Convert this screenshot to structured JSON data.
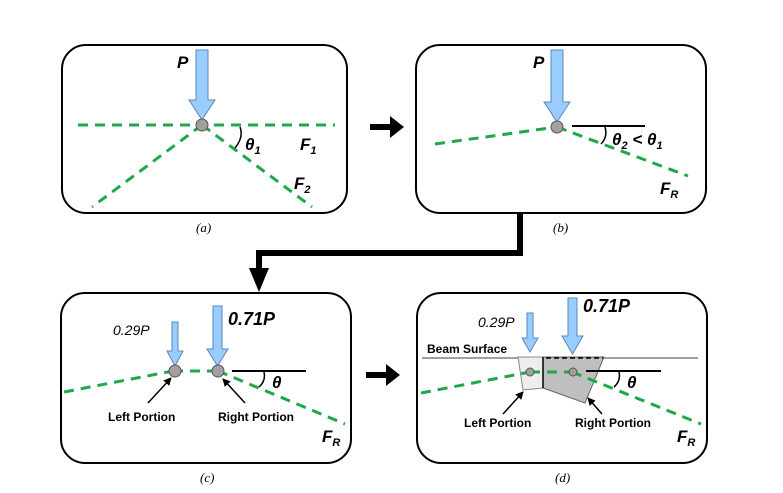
{
  "colors": {
    "force_arrow_fill": "#99ccff",
    "force_arrow_stroke": "#5b87b8",
    "dashed_line": "#1ea84a",
    "node_fill": "#a0a0a0",
    "panel_stroke": "#000000",
    "left_portion_fill": "#eeeeee",
    "right_portion_fill": "#bfbfbf",
    "beam_surface": "#808080"
  },
  "panels": {
    "a": {
      "caption": "(a)",
      "load": "P",
      "angle": "θ",
      "angle_sub": "1",
      "force1": "F",
      "force1_sub": "1",
      "force2": "F",
      "force2_sub": "2"
    },
    "b": {
      "caption": "(b)",
      "load": "P",
      "angle_expr_a": "θ",
      "angle_expr_a_sub": "2",
      "angle_expr_op": " < θ",
      "angle_expr_b_sub": "1",
      "force": "F",
      "force_sub": "R"
    },
    "c": {
      "caption": "(c)",
      "load_left": "0.29P",
      "load_right": "0.71P",
      "angle": "θ",
      "left_label": "Left Portion",
      "right_label": "Right Portion",
      "force": "F",
      "force_sub": "R"
    },
    "d": {
      "caption": "(d)",
      "load_left": "0.29P",
      "load_right": "0.71P",
      "angle": "θ",
      "surface_label": "Beam Surface",
      "left_label": "Left Portion",
      "right_label": "Right Portion",
      "force": "F",
      "force_sub": "R"
    }
  }
}
